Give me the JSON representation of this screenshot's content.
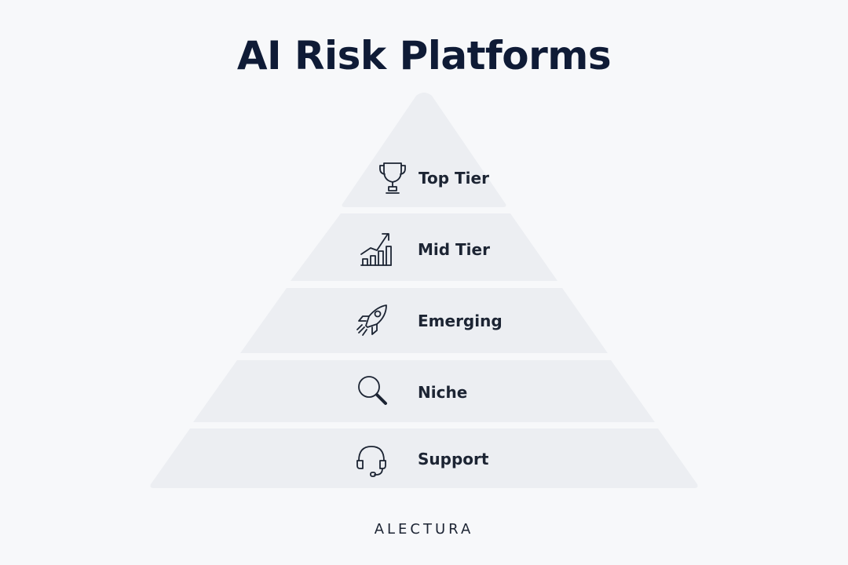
{
  "title": "AI Risk Platforms",
  "tiers": [
    {
      "label": "Top Tier",
      "icon": "trophy-icon"
    },
    {
      "label": "Mid Tier",
      "icon": "growth-chart-icon"
    },
    {
      "label": "Emerging",
      "icon": "rocket-icon"
    },
    {
      "label": "Niche",
      "icon": "magnifier-icon"
    },
    {
      "label": "Support",
      "icon": "headset-icon"
    }
  ],
  "brand": "ALECTURA",
  "colors": {
    "background": "#f7f8fa",
    "tier_fill": "#eceef2",
    "title": "#0f1b36",
    "text": "#1c2433"
  }
}
